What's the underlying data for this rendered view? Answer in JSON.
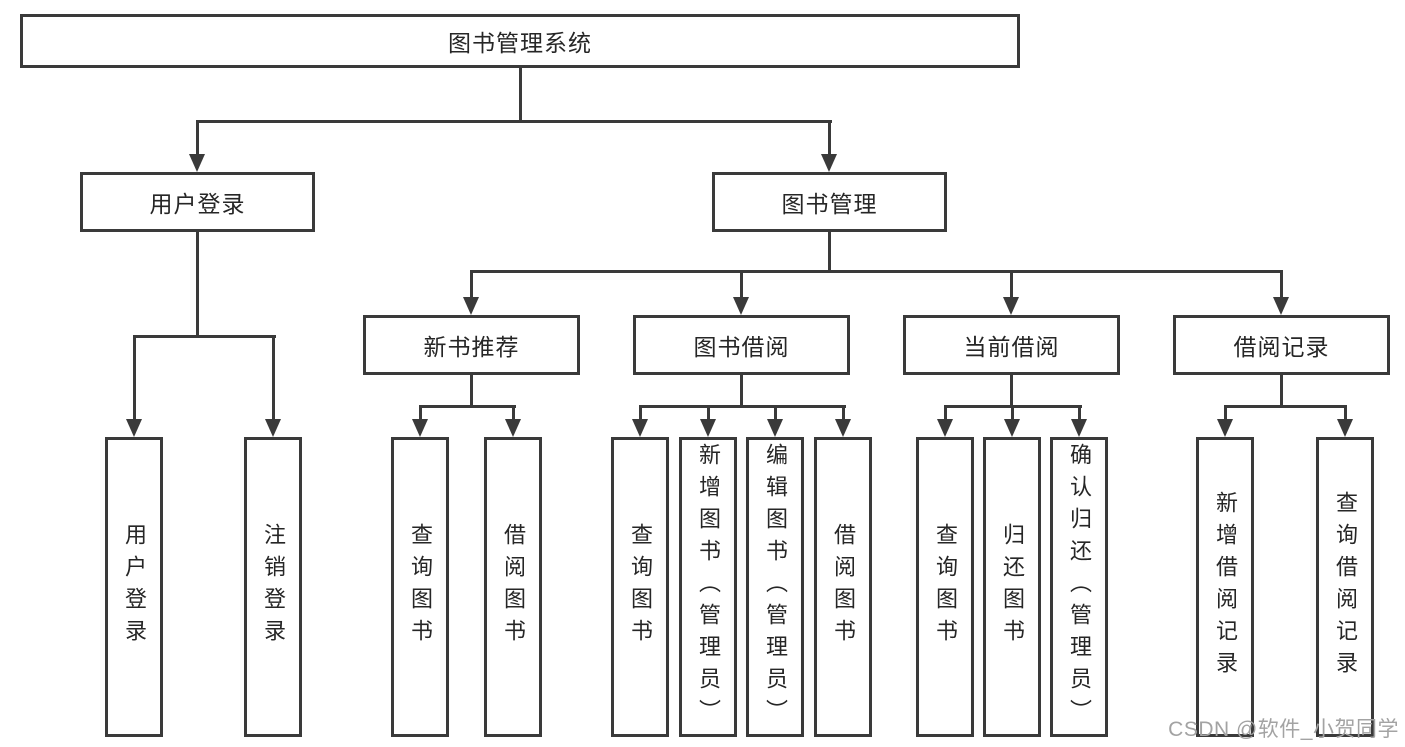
{
  "diagram_title": "图书管理系统",
  "root": {
    "label": "图书管理系统"
  },
  "branches": [
    {
      "label": "用户登录",
      "leaves": [
        "用户登录",
        "注销登录"
      ]
    },
    {
      "label": "图书管理",
      "groups": [
        {
          "label": "新书推荐",
          "leaves": [
            "查询图书",
            "借阅图书"
          ]
        },
        {
          "label": "图书借阅",
          "leaves": [
            "查询图书",
            "新增图书（管理员）",
            "编辑图书（管理员）",
            "借阅图书"
          ]
        },
        {
          "label": "当前借阅",
          "leaves": [
            "查询图书",
            "归还图书",
            "确认归还（管理员）"
          ]
        },
        {
          "label": "借阅记录",
          "leaves": [
            "新增借阅记录",
            "查询借阅记录"
          ]
        }
      ]
    }
  ],
  "watermark": "CSDN @软件_小贺同学",
  "colors": {
    "line": "#3a3a3a",
    "box_border": "#3a3a3a",
    "text": "#262626",
    "background": "#ffffff",
    "watermark": "#a3a3a3"
  }
}
